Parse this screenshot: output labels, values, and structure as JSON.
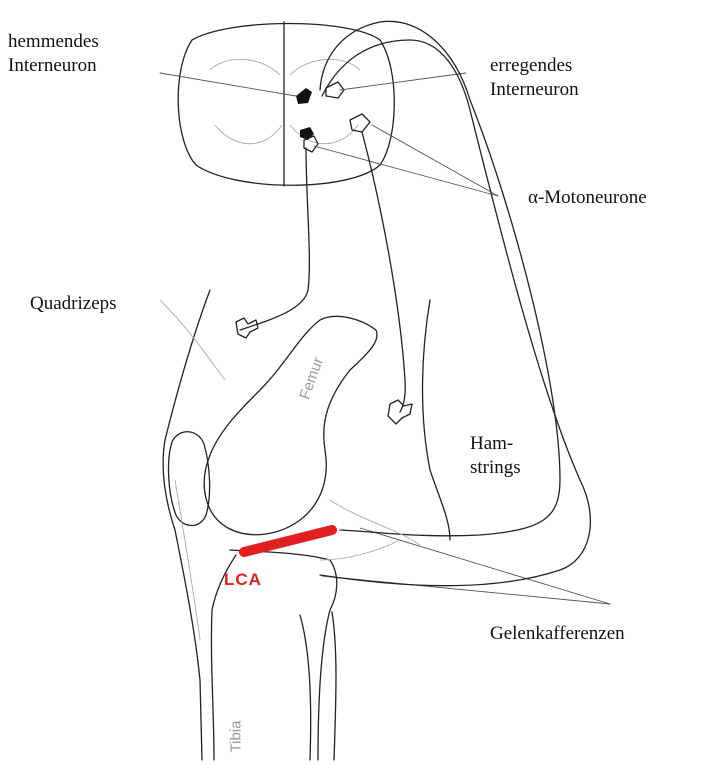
{
  "labels": {
    "inhibitory_interneuron": [
      "hemmendes",
      "Interneuron"
    ],
    "excitatory_interneuron": [
      "erregendes",
      "Interneuron"
    ],
    "alpha_motoneurons": "α-Motoneurone",
    "quadriceps": "Quadrizeps",
    "hamstrings": [
      "Ham-",
      "strings"
    ],
    "joint_afferents": "Gelenkafferenzen",
    "femur": "Femur",
    "tibia": "Tibia",
    "lca": "LCA"
  },
  "colors": {
    "ligament": "#e02020",
    "line": "#222222",
    "bone_label": "#9a9a9a"
  }
}
